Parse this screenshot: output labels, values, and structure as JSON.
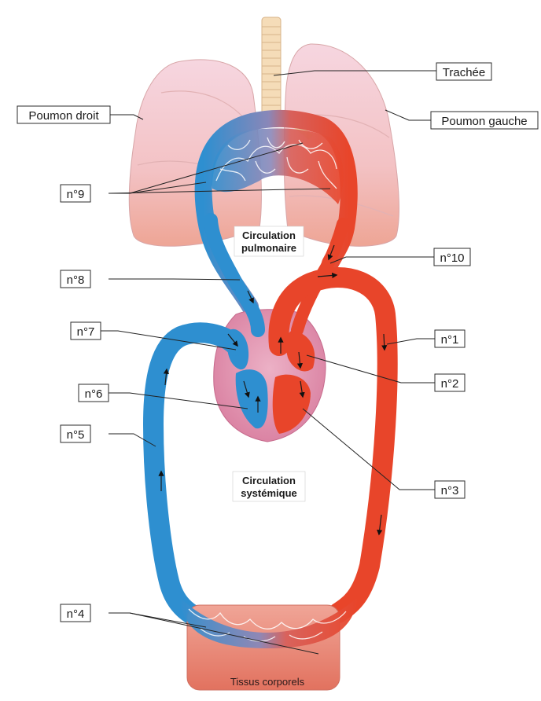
{
  "labels": {
    "trachee": "Trachée",
    "poumon_droit": "Poumon droit",
    "poumon_gauche": "Poumon gauche",
    "n1": "n°1",
    "n2": "n°2",
    "n3": "n°3",
    "n4": "n°4",
    "n5": "n°5",
    "n6": "n°6",
    "n7": "n°7",
    "n8": "n°8",
    "n9": "n°9",
    "n10": "n°10"
  },
  "captions": {
    "pulmonary_line1": "Circulation",
    "pulmonary_line2": "pulmonaire",
    "systemic_line1": "Circulation",
    "systemic_line2": "systémique",
    "tissues": "Tissus corporels"
  },
  "colors": {
    "oxygenated": "#e8452a",
    "deoxygenated": "#2e8fd0",
    "lung": "#f4c6c0",
    "heart": "#e59ab3",
    "tissue": "#ec8f82",
    "trachea": "#f5dcb8"
  }
}
